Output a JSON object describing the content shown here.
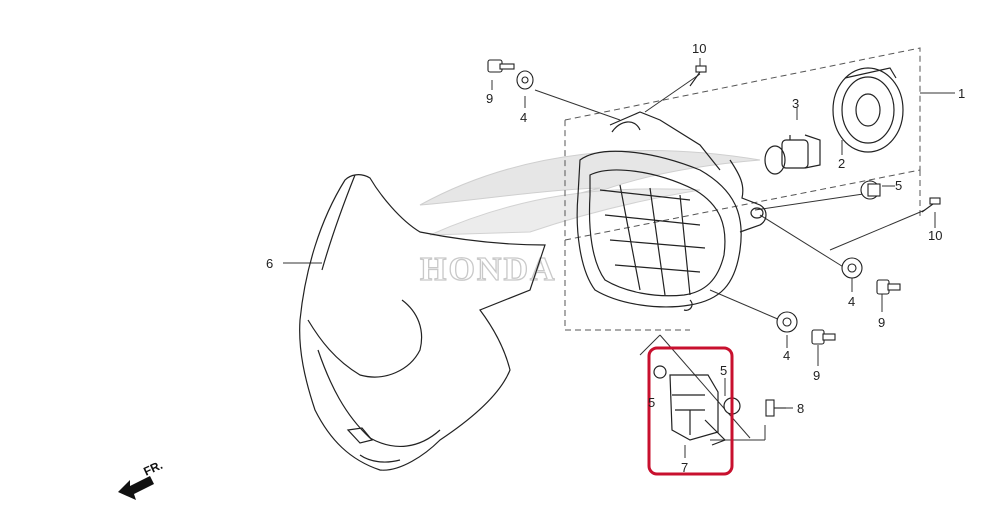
{
  "watermark": "HONDA",
  "direction_label": "FR.",
  "highlight_color": "#c8102e",
  "callouts": {
    "c1": "1",
    "c2": "2",
    "c3": "3",
    "c4a": "4",
    "c4b": "4",
    "c4c": "4",
    "c5a": "5",
    "c5b": "5",
    "c5c": "5",
    "c6": "6",
    "c7": "7",
    "c8": "8",
    "c9a": "9",
    "c9b": "9",
    "c9c": "9",
    "c10a": "10",
    "c10b": "10"
  }
}
